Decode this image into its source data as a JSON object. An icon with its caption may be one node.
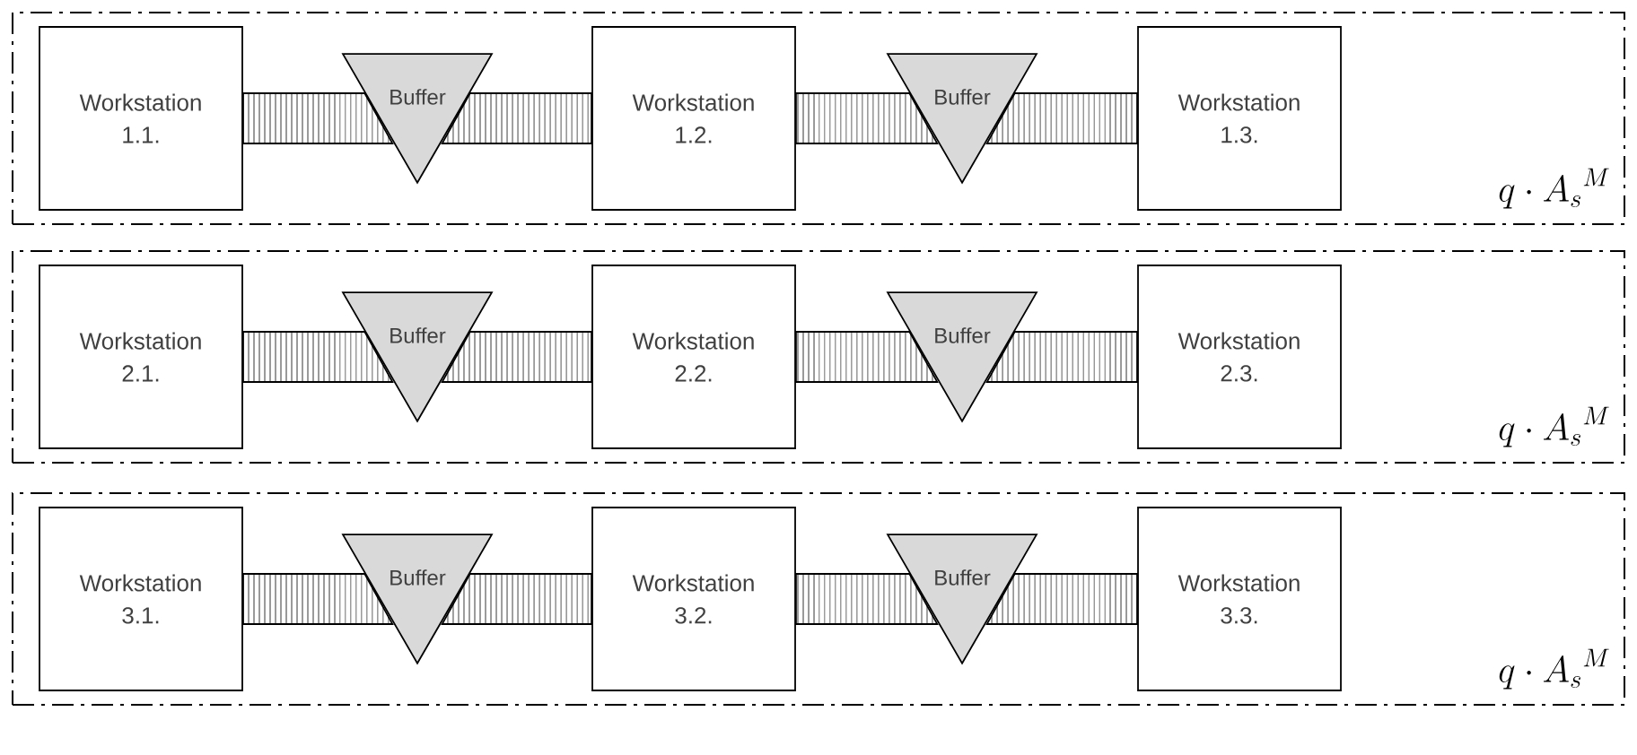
{
  "diagram": {
    "nodes": [
      {
        "text": [
          "q \\cdot {A_s}^M"
        ]
      },
      {
        "text": [
          "Workstation 1.1."
        ],
        "in": 0
      },
      {
        "text": [
          "Buffer"
        ],
        "in": 0
      },
      {
        "text": [
          "Workstation 1.2."
        ],
        "in": 0
      },
      {
        "text": [
          "Buffer"
        ],
        "in": 0
      },
      {
        "text": [
          "Workstation 1.3."
        ],
        "in": 0
      },
      {
        "text": [
          "q \\cdot {A_s}^M"
        ]
      },
      {
        "text": [
          "Workstation 2.1."
        ],
        "in": 6
      },
      {
        "text": [
          "Buffer"
        ],
        "in": 6
      },
      {
        "text": [
          "Workstation 2.2."
        ],
        "in": 6
      },
      {
        "text": [
          "Buffer"
        ],
        "in": 6
      },
      {
        "text": [
          "Workstation 2.3."
        ],
        "in": 6
      },
      {
        "text": [
          "q \\cdot {A_s}^M"
        ]
      },
      {
        "text": [
          "Workstation 3.1."
        ],
        "in": 12
      },
      {
        "text": [
          "Buffer"
        ],
        "in": 12
      },
      {
        "text": [
          "Workstation 3.2."
        ],
        "in": 12
      },
      {
        "text": [
          "Buffer"
        ],
        "in": 12
      },
      {
        "text": [
          "Workstation 3.3."
        ],
        "in": 12
      }
    ],
    "edges": [
      {
        "from": 1,
        "to": 2,
        "arrow": "none"
      },
      {
        "from": 2,
        "to": 3,
        "arrow": "none"
      },
      {
        "from": 3,
        "to": 4,
        "arrow": "none"
      },
      {
        "from": 4,
        "to": 5,
        "arrow": "none"
      },
      {
        "from": 7,
        "to": 8,
        "arrow": "none"
      },
      {
        "from": 8,
        "to": 9,
        "arrow": "none"
      },
      {
        "from": 9,
        "to": 10,
        "arrow": "none"
      },
      {
        "from": 10,
        "to": 11,
        "arrow": "none"
      },
      {
        "from": 13,
        "to": 14,
        "arrow": "none"
      },
      {
        "from": 14,
        "to": 15,
        "arrow": "none"
      },
      {
        "from": 15,
        "to": 16,
        "arrow": "none"
      },
      {
        "from": 16,
        "to": 17,
        "arrow": "none"
      }
    ]
  }
}
